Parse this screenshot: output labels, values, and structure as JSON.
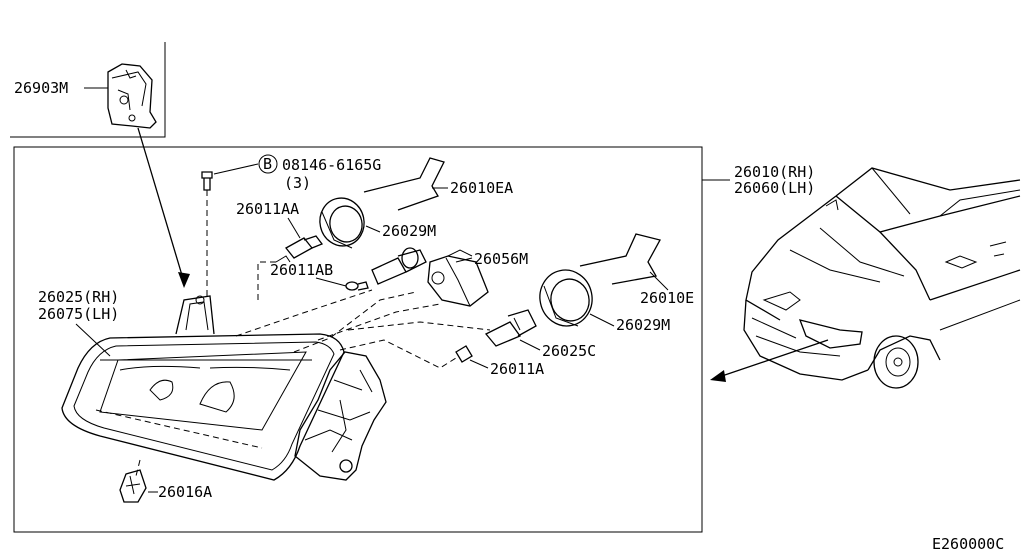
{
  "labels": {
    "bracket": "26903M",
    "bolt_code": "08146-6165G",
    "bolt_qty": "(3)",
    "bolt_circle": "B",
    "cap_upper": "26010EA",
    "bulb_aa": "26011AA",
    "ring_upper": "26029M",
    "bulb_ab": "26011AB",
    "socket_upper": "26056M",
    "assy_rh": "26010(RH)",
    "assy_lh": "26060(LH)",
    "housing_rh": "26025(RH)",
    "housing_lh": "26075(LH)",
    "cap_lower": "26010E",
    "ring_lower": "26029M",
    "socket_lower": "26025C",
    "bulb_a": "26011A",
    "adjuster": "26016A",
    "diagram_code": "E260000C"
  }
}
